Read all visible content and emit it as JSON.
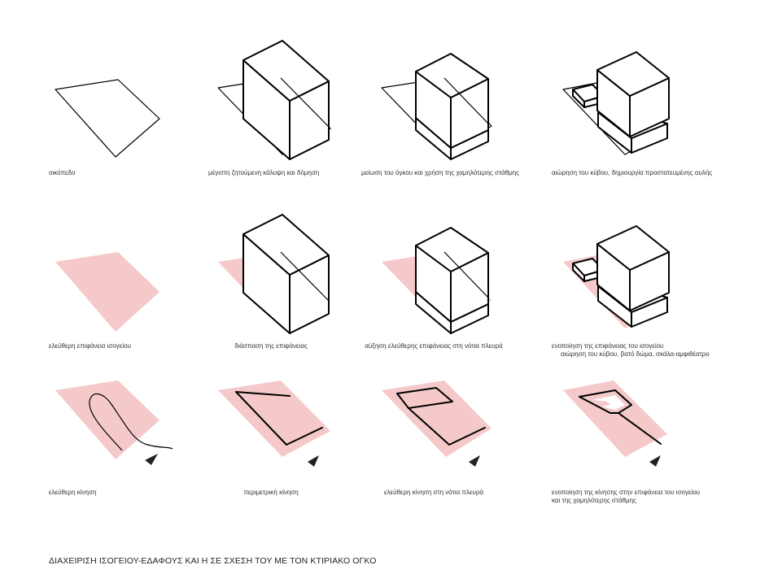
{
  "colors": {
    "fill": "#f5c9c9",
    "stroke": "#000000",
    "text": "#333333"
  },
  "captions": {
    "c1": "οικόπεδο",
    "c2": "μέγιστη ζητούμενη κάλυψη και δόμηση",
    "c3": "μείωση του όγκου και χρήση της χαμηλότερης στάθμης",
    "c4": "αιώρηση του κύβου, δημιουργία προστατευμένης αυλής",
    "c5": "ελεύθερη επιφάνεια ισογείου",
    "c6": "διάσπαση της επιφάνειας",
    "c7": "αύξηση ελεύθερης επιφάνειας στη νότια πλευρά",
    "c8": [
      "ενοποίηση της επιφάνειας του ισογείου",
      "αιώρηση του κύβου, βατό δώμα, σκάλα-αμφιθέατρο"
    ],
    "c9": "ελεύθερη κίνηση",
    "c10": "περιμετρική κίνηση",
    "c11": "ελεύθερη κίνηση στη νότια πλευρά",
    "c12": [
      "ενοποίηση της κίνησης στην επιφάνεια του ισογείου",
      "και της χαμηλότερης στάθμης"
    ]
  },
  "title": "ΔΙΑΧΕΙΡΙΣΗ ΙΣΟΓΕΙΟΥ-ΕΔΑΦΟΥΣ ΚΑΙ Η ΣΕ ΣΧΕΣΗ ΤΟΥ ΜΕ ΤΟΝ ΚΤΙΡΙΑΚΟ ΟΓΚΟ"
}
